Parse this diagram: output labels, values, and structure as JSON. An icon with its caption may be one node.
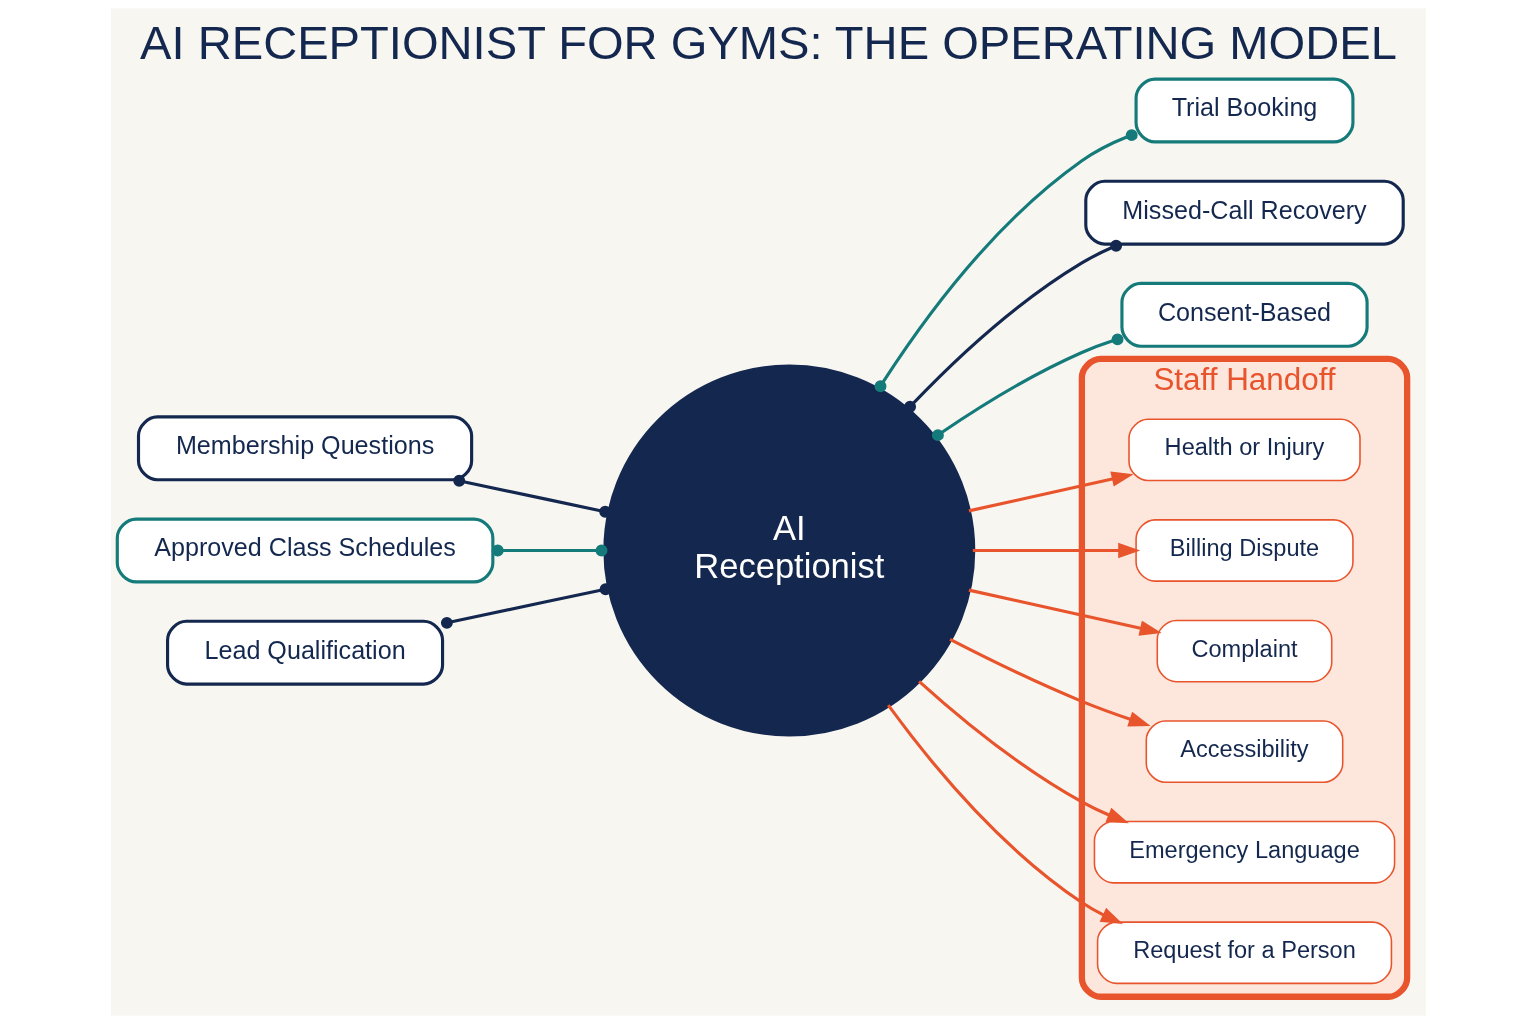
{
  "diagram": {
    "title": "AI RECEPTIONIST FOR GYMS: THE OPERATING MODEL",
    "nodes": [
      {
        "text": [
          "Membership Questions"
        ]
      },
      {
        "text": [
          "Approved Class Schedules"
        ]
      },
      {
        "text": [
          "Lead Qualification"
        ]
      },
      {
        "text": [
          "AI",
          "Receptionist"
        ]
      },
      {
        "text": [
          "Trial Booking"
        ]
      },
      {
        "text": [
          "Missed-Call Recovery"
        ]
      },
      {
        "text": [
          "Consent-Based"
        ]
      },
      {
        "text": [
          "Staff Handoff"
        ]
      },
      {
        "text": [
          "Health or Injury"
        ],
        "in": 7
      },
      {
        "text": [
          "Billing Dispute"
        ],
        "in": 7
      },
      {
        "text": [
          "Complaint"
        ],
        "in": 7
      },
      {
        "text": [
          "Accessibility"
        ],
        "in": 7
      },
      {
        "text": [
          "Emergency Language"
        ],
        "in": 7
      },
      {
        "text": [
          "Request for a Person"
        ],
        "in": 7
      }
    ],
    "edges": [
      {
        "from": 0,
        "to": 3,
        "arrow": "other",
        "color": "#14284f"
      },
      {
        "from": 1,
        "to": 3,
        "arrow": "other",
        "color": "#147a7a"
      },
      {
        "from": 2,
        "to": 3,
        "arrow": "other",
        "color": "#14284f"
      },
      {
        "from": 3,
        "to": 4,
        "arrow": "other",
        "color": "#147a7a"
      },
      {
        "from": 3,
        "to": 5,
        "arrow": "other",
        "color": "#14284f"
      },
      {
        "from": 3,
        "to": 6,
        "arrow": "other",
        "color": "#147a7a"
      },
      {
        "from": 3,
        "to": 8,
        "arrow": "to",
        "color": "#e8542c"
      },
      {
        "from": 3,
        "to": 9,
        "arrow": "to",
        "color": "#e8542c"
      },
      {
        "from": 3,
        "to": 10,
        "arrow": "to",
        "color": "#e8542c"
      },
      {
        "from": 3,
        "to": 11,
        "arrow": "to",
        "color": "#e8542c"
      },
      {
        "from": 3,
        "to": 12,
        "arrow": "to",
        "color": "#e8542c"
      },
      {
        "from": 3,
        "to": 13,
        "arrow": "to",
        "color": "#e8542c"
      }
    ]
  }
}
